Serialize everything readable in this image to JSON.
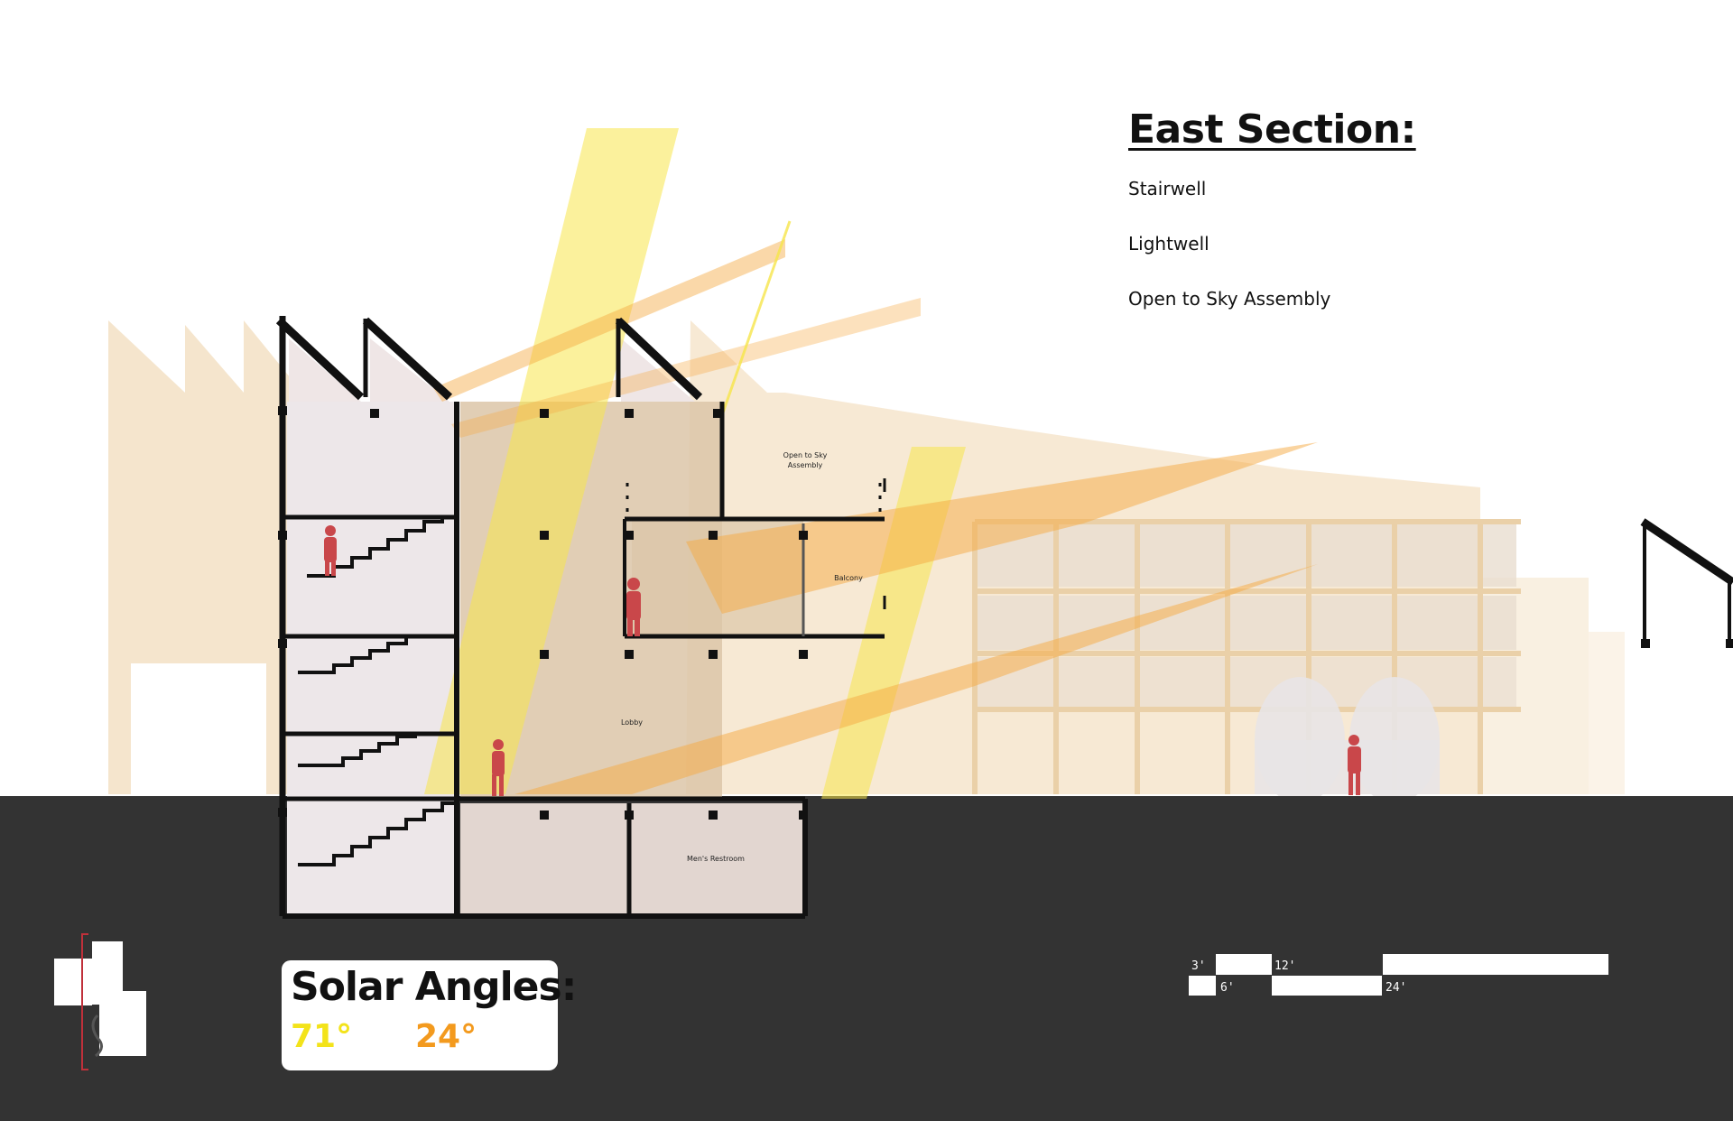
{
  "title": "East Section:",
  "legend": [
    "Stairwell",
    "Lightwell",
    "Open to Sky Assembly"
  ],
  "rooms": {
    "open_to_sky": [
      "Open to Sky",
      "Assembly"
    ],
    "balcony": "Balcony",
    "lobby": "Lobby",
    "restroom": "Men's Restroom"
  },
  "solar": {
    "title": "Solar Angles:",
    "high": "71°",
    "low": "24°",
    "high_color": "#f3e31a",
    "low_color": "#f39a1e"
  },
  "scale_bar": {
    "labels": [
      "3'",
      "6'",
      "12'",
      "24'"
    ]
  },
  "colors": {
    "ground": "#333333",
    "figure": "#c9474a",
    "keyplan_line": "#c0303a"
  }
}
